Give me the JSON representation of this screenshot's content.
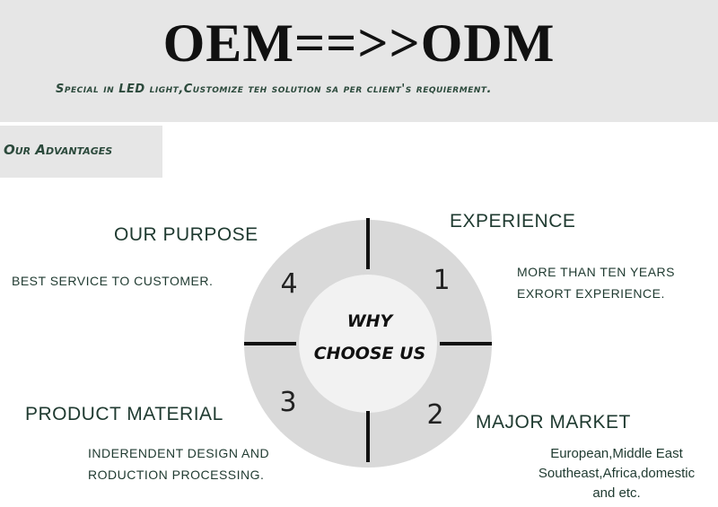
{
  "header": {
    "title": "OEM==>>ODM",
    "subtitle": "Special in LED light,Customize teh solution sa per client's requierment."
  },
  "section_tab": "Our Advantages",
  "center": {
    "line1": "WHY",
    "line2": "CHOOSE US"
  },
  "quadrants": [
    {
      "number": "1",
      "title": "EXPERIENCE",
      "desc": [
        "MORE THAN TEN YEARS",
        "EXRORT EXPERIENCE."
      ]
    },
    {
      "number": "2",
      "title": "MAJOR MARKET",
      "desc": [
        "European,Middle East",
        "Southeast,Africa,domestic",
        "and etc."
      ]
    },
    {
      "number": "3",
      "title": "PRODUCT MATERIAL",
      "desc": [
        "INDERENDENT DESIGN AND",
        "RODUCTION PROCESSING."
      ]
    },
    {
      "number": "4",
      "title": "OUR PURPOSE",
      "desc": [
        "BEST SERVICE TO CUSTOMER."
      ]
    }
  ],
  "colors": {
    "header_bg": "#e6e6e6",
    "ring": "#d9d9d9",
    "center": "#f2f2f2",
    "text": "#1f3a30"
  }
}
